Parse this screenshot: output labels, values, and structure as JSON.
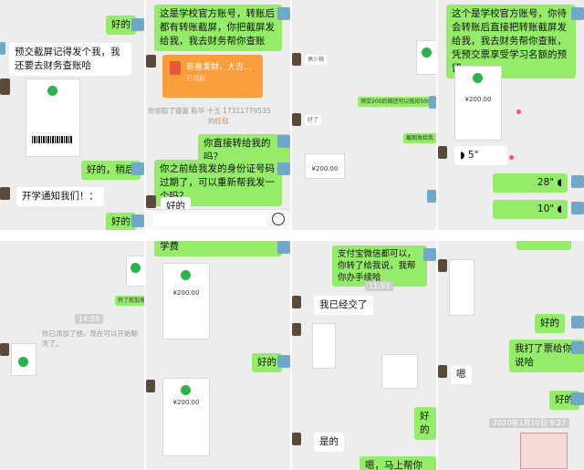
{
  "colors": {
    "sent_bubble": "#95ec69",
    "received_bubble": "#ffffff",
    "chat_bg": "#ededed",
    "red_packet": "#fa9d3b"
  },
  "panels": {
    "p1": {
      "bubble_ok": "好的",
      "bubble_payment": "预交截屏记得发个我，我还要去财务查账哈",
      "bubble_ok_later": "好的，稍后",
      "bubble_notice": "开学通知我们！：",
      "bubble_ok_end": "好的"
    },
    "p2": {
      "bubble_official": "这是学校官方账号，转账后都有转账截屏，你把截屏发给我，我去财务帮你查账",
      "red_packet_title": "恭喜发财，大吉...",
      "red_packet_sub": "已领取",
      "notice_prefix": "你领取了德嘉",
      "notice_mid": "陈华",
      "notice_suffix": "十五 17311779535",
      "notice_end": "的",
      "notice_rp": "红包",
      "bubble_transfer_me": "你直接转给我的吗？",
      "bubble_id_expired": "你之前给我发的身份证号码过期了，可以重新帮我发一个吗？",
      "bubble_ok": "好的",
      "emoji_icon": "smiley-icon"
    },
    "p3": {
      "bubble_teacher": "承少桃",
      "bubble_ok": "好了",
      "bubble_prepaid": "预交200后期还可以抵扣500学费",
      "bubble_screenshot_sent": "截图发给我",
      "shot_amount": "¥200.00"
    },
    "p4": {
      "bubble_official": "这个是学校官方账号，你待会转账后直接把转账截屏发给我，我去财务帮你查账，凭预交票享受学习名额的预留",
      "shot_amount": "¥200.00",
      "voice_1": "5\"",
      "voice_2": "28\"",
      "voice_3": "10\""
    },
    "p5": {
      "bubble_forwarded": "转了就加发截图",
      "timestamp": "14:58",
      "gray_line": "你已添加了他，现在可以开始聊天了。"
    },
    "p6": {
      "bubble_tuition": "学费",
      "shot_amount_1": "¥200.00",
      "shot_amount_2": "¥200.00",
      "bubble_ok": "好的"
    },
    "p7": {
      "bubble_alipay": "支付宝微信都可以，你转了给我说，我帮你办手续哈",
      "timestamp": "11:53",
      "bubble_paid": "我已经交了",
      "bubble_ok": "好的",
      "bubble_yes": "是的",
      "bubble_procedure": "嗯，马上帮你办手续哈"
    },
    "p8": {
      "bubble_ok_1": "好的",
      "bubble_printed": "我打了票给你说哈",
      "bubble_hmm": "嗯",
      "bubble_ok_2": "好的",
      "timestamp": "2020年1月10日 9:27"
    }
  }
}
